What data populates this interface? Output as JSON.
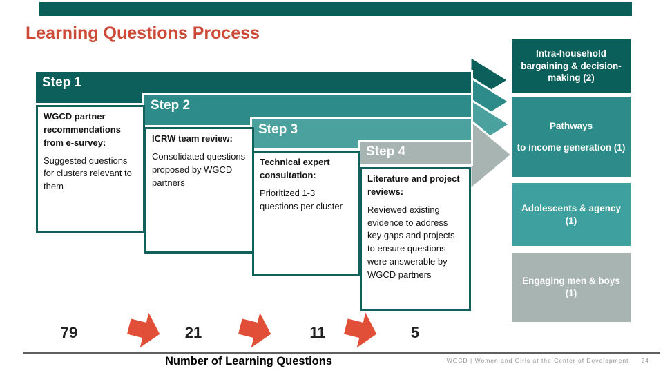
{
  "slide": {
    "title": "Learning Questions Process",
    "footer_text": "WGCD | Women and Girls at the Center of Development",
    "page_number": "24"
  },
  "steps": [
    {
      "label": "Step 1",
      "heading": "WGCD partner recommendations from e-survey:",
      "body": "Suggested questions for clusters relevant to them"
    },
    {
      "label": "Step 2",
      "heading": "ICRW team review:",
      "body": "Consolidated questions proposed by WGCD partners"
    },
    {
      "label": "Step 3",
      "heading": "Technical expert consultation:",
      "body": "Prioritized 1-3 questions per cluster"
    },
    {
      "label": "Step 4",
      "heading": "Literature and project reviews:",
      "body": "Reviewed existing evidence to address key gaps and projects to ensure questions were answerable by WGCD partners"
    }
  ],
  "categories": [
    {
      "label": "Intra-household bargaining & decision-making (2)"
    },
    {
      "label": "Pathways",
      "label2": "to income generation (1)"
    },
    {
      "label": "Adolescents & agency (1)"
    },
    {
      "label": "Engaging men & boys (1)"
    }
  ],
  "funnel": {
    "values": [
      "79",
      "21",
      "11",
      "5"
    ],
    "axis_label": "Number of Learning Questions"
  },
  "chart_data": {
    "type": "bar",
    "categories": [
      "Step 1",
      "Step 2",
      "Step 3",
      "Step 4"
    ],
    "values": [
      79,
      21,
      11,
      5
    ],
    "title": "Number of Learning Questions",
    "xlabel": "Number of Learning Questions",
    "ylabel": ""
  },
  "colors": {
    "teal_dark": "#0b5f5a",
    "teal_mid": "#2d8c89",
    "teal_light": "#45a19e",
    "gray": "#a7b4b1",
    "red_arrow": "#e14f38",
    "title_red": "#cc4a37"
  }
}
